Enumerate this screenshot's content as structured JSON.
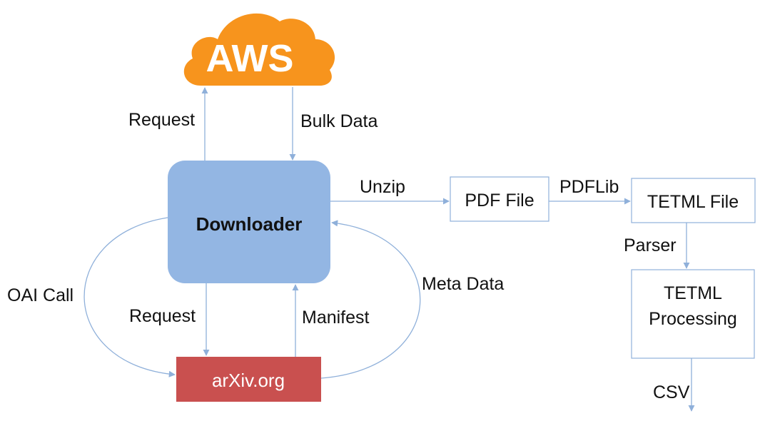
{
  "nodes": {
    "aws": {
      "label": "AWS",
      "fill": "#F7941D"
    },
    "downloader": {
      "label": "Downloader",
      "fill": "#93B6E3"
    },
    "arxiv": {
      "label": "arXiv.org",
      "fill": "#C9504F"
    },
    "pdf_file": {
      "label": "PDF File"
    },
    "tetml_file": {
      "label": "TETML File"
    },
    "tetml_processing": {
      "line1": "TETML",
      "line2": "Processing"
    }
  },
  "edges": {
    "aws_request": "Request",
    "bulk_data": "Bulk Data",
    "unzip": "Unzip",
    "pdflib": "PDFLib",
    "parser": "Parser",
    "oai_call": "OAI Call",
    "arxiv_request": "Request",
    "manifest": "Manifest",
    "meta_data": "Meta Data",
    "csv": "CSV"
  },
  "colors": {
    "arrow": "#8FB0DA",
    "box_border": "#8FB0DA"
  }
}
